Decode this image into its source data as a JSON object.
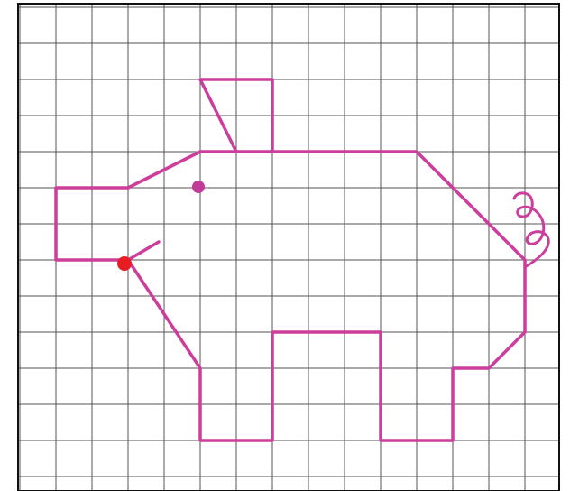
{
  "diagram": {
    "description_colors": {
      "background": "#ffffff",
      "grid_line": "#555555",
      "frame": "#111111",
      "outline": "#cc3d9c",
      "dot": "#c23b98",
      "start_point": "#e81c24"
    },
    "shape": "pig-outline",
    "features": [
      "eye-dot",
      "start-point",
      "ear",
      "snout",
      "legs",
      "curly-tail"
    ]
  }
}
